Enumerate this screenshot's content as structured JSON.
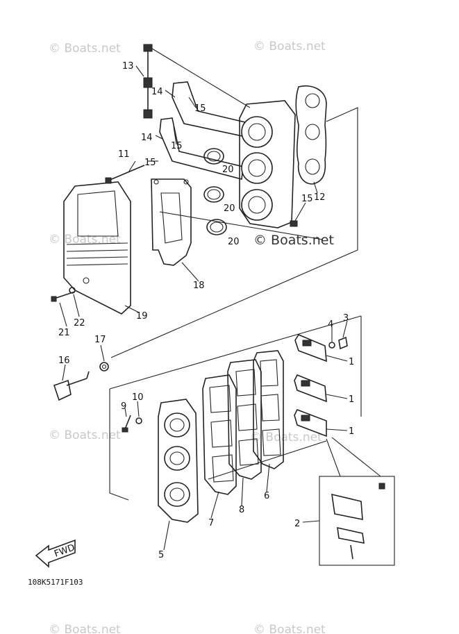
{
  "watermark": {
    "text": "Boats.net",
    "symbol": "©"
  },
  "diagram_code": "108K5171F103",
  "fwd_label": "FWD",
  "callouts": {
    "c1a": "1",
    "c1b": "1",
    "c1c": "1",
    "c2": "2",
    "c3": "3",
    "c4": "4",
    "c5": "5",
    "c6": "6",
    "c7": "7",
    "c8": "8",
    "c9": "9",
    "c10": "10",
    "c11": "11",
    "c12": "12",
    "c13": "13",
    "c14a": "14",
    "c14b": "14",
    "c15a": "15",
    "c15b": "15",
    "c15c": "15",
    "c15d": "15",
    "c16": "16",
    "c17": "17",
    "c18": "18",
    "c19": "19",
    "c20a": "20",
    "c20b": "20",
    "c20c": "20",
    "c21": "21",
    "c22": "22"
  }
}
